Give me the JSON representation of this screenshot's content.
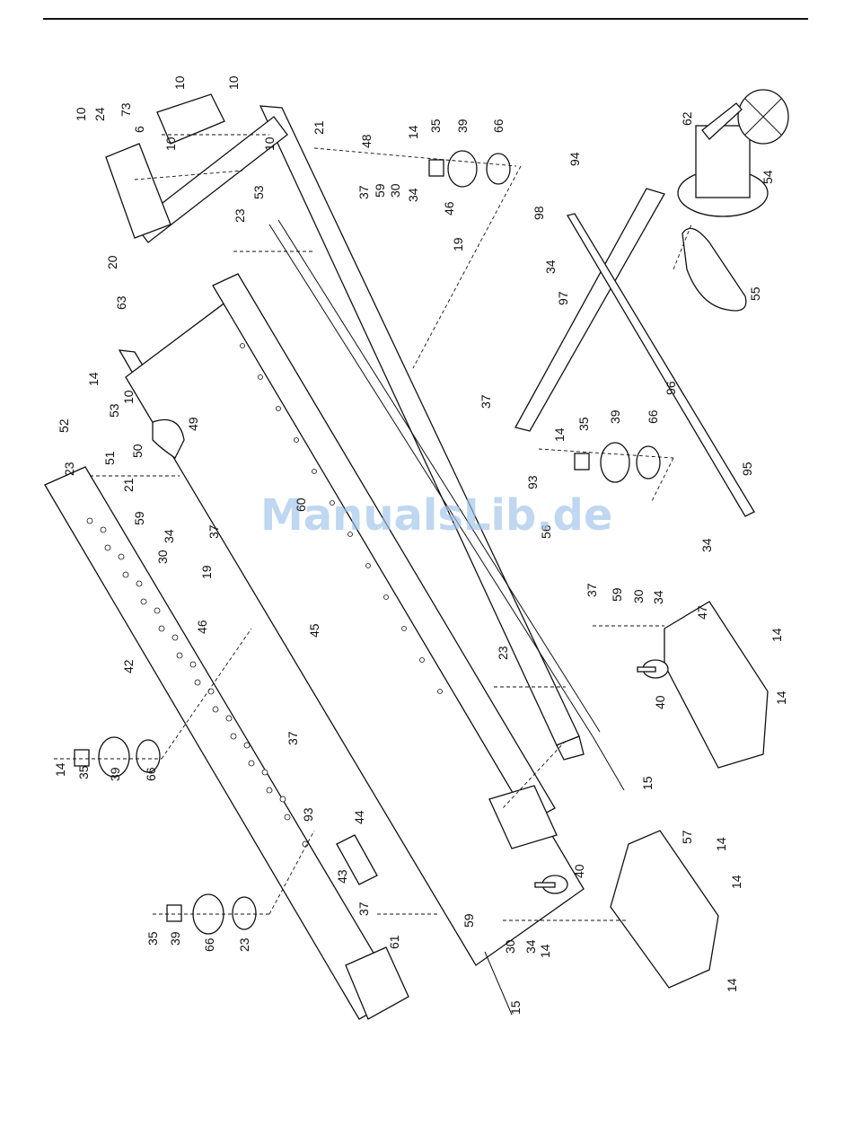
{
  "watermark": "ManualsLib.de",
  "callouts": [
    "10",
    "10",
    "10",
    "24",
    "73",
    "6",
    "10",
    "10",
    "21",
    "48",
    "14",
    "35",
    "39",
    "66",
    "94",
    "62",
    "54",
    "53",
    "37",
    "59",
    "30",
    "34",
    "46",
    "23",
    "19",
    "20",
    "98",
    "34",
    "63",
    "97",
    "55",
    "14",
    "53",
    "10",
    "52",
    "49",
    "51",
    "50",
    "23",
    "21",
    "96",
    "37",
    "14",
    "35",
    "39",
    "66",
    "93",
    "95",
    "59",
    "34",
    "30",
    "37",
    "56",
    "34",
    "19",
    "46",
    "42",
    "45",
    "37",
    "59",
    "30",
    "34",
    "47",
    "23",
    "40",
    "14",
    "14",
    "37",
    "14",
    "35",
    "39",
    "66",
    "93",
    "15",
    "44",
    "43",
    "37",
    "40",
    "57",
    "14",
    "14",
    "14",
    "35",
    "39",
    "66",
    "23",
    "61",
    "59",
    "30",
    "34",
    "14",
    "15"
  ],
  "partial_text": "60"
}
